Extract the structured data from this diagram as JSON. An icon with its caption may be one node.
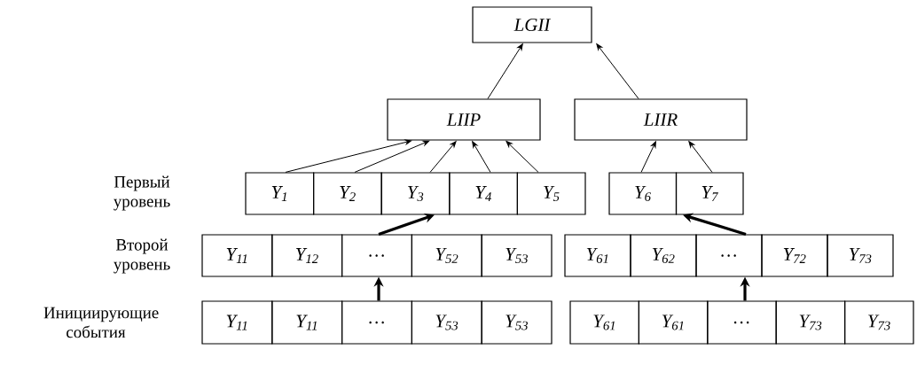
{
  "diagram": {
    "nodes": [
      {
        "text": [
          "LGII"
        ]
      },
      {
        "text": [
          "LIIP"
        ]
      },
      {
        "text": [
          "LIIR"
        ]
      },
      {
        "text": [
          "Y$_{1}$"
        ]
      },
      {
        "text": [
          "Y$_{2}$"
        ]
      },
      {
        "text": [
          "Y$_{3}$"
        ]
      },
      {
        "text": [
          "Y$_{4}$"
        ]
      },
      {
        "text": [
          "Y$_{5}$"
        ]
      },
      {
        "text": [
          "Y$_{6}$"
        ]
      },
      {
        "text": [
          "Y$_{7}$"
        ]
      },
      {
        "text": [
          "Y$_{11}$"
        ]
      },
      {
        "text": [
          "Y$_{12}$"
        ]
      },
      {
        "text": [
          "…"
        ]
      },
      {
        "text": [
          "Y$_{52}$"
        ]
      },
      {
        "text": [
          "Y$_{53}$"
        ]
      },
      {
        "text": [
          "Y$_{61}$"
        ]
      },
      {
        "text": [
          "Y$_{62}$"
        ]
      },
      {
        "text": [
          "…"
        ]
      },
      {
        "text": [
          "Y$_{72}$"
        ]
      },
      {
        "text": [
          "Y$_{73}$"
        ]
      },
      {
        "text": [
          "Y$_{11}$"
        ]
      },
      {
        "text": [
          "Y$_{11}$"
        ]
      },
      {
        "text": [
          "…"
        ]
      },
      {
        "text": [
          "Y$_{53}$"
        ]
      },
      {
        "text": [
          "Y$_{53}$"
        ]
      },
      {
        "text": [
          "Y$_{61}$"
        ]
      },
      {
        "text": [
          "Y$_{61}$"
        ]
      },
      {
        "text": [
          "…"
        ]
      },
      {
        "text": [
          "Y$_{73}$"
        ]
      },
      {
        "text": [
          "Y$_{73}$"
        ]
      }
    ],
    "edges": [
      {
        "from": 1,
        "to": 0,
        "arrow": "to"
      },
      {
        "from": 2,
        "to": 0,
        "arrow": "to"
      },
      {
        "from": 3,
        "to": 1,
        "arrow": "to"
      },
      {
        "from": 4,
        "to": 1,
        "arrow": "to"
      },
      {
        "from": 5,
        "to": 1,
        "arrow": "to"
      },
      {
        "from": 6,
        "to": 1,
        "arrow": "to"
      },
      {
        "from": 7,
        "to": 1,
        "arrow": "to"
      },
      {
        "from": 8,
        "to": 2,
        "arrow": "to"
      },
      {
        "from": 9,
        "to": 2,
        "arrow": "to"
      },
      {
        "from": 12,
        "to": 5,
        "arrow": "to",
        "style": "thick"
      },
      {
        "from": 17,
        "to": 9,
        "arrow": "to",
        "style": "thick"
      },
      {
        "from": 22,
        "to": 12,
        "arrow": "to",
        "style": "thick"
      },
      {
        "from": 27,
        "to": 17,
        "arrow": "to",
        "style": "thick"
      }
    ],
    "labels": [
      "Первый уровень",
      "Второй уровень",
      "Инициирующие события"
    ]
  }
}
